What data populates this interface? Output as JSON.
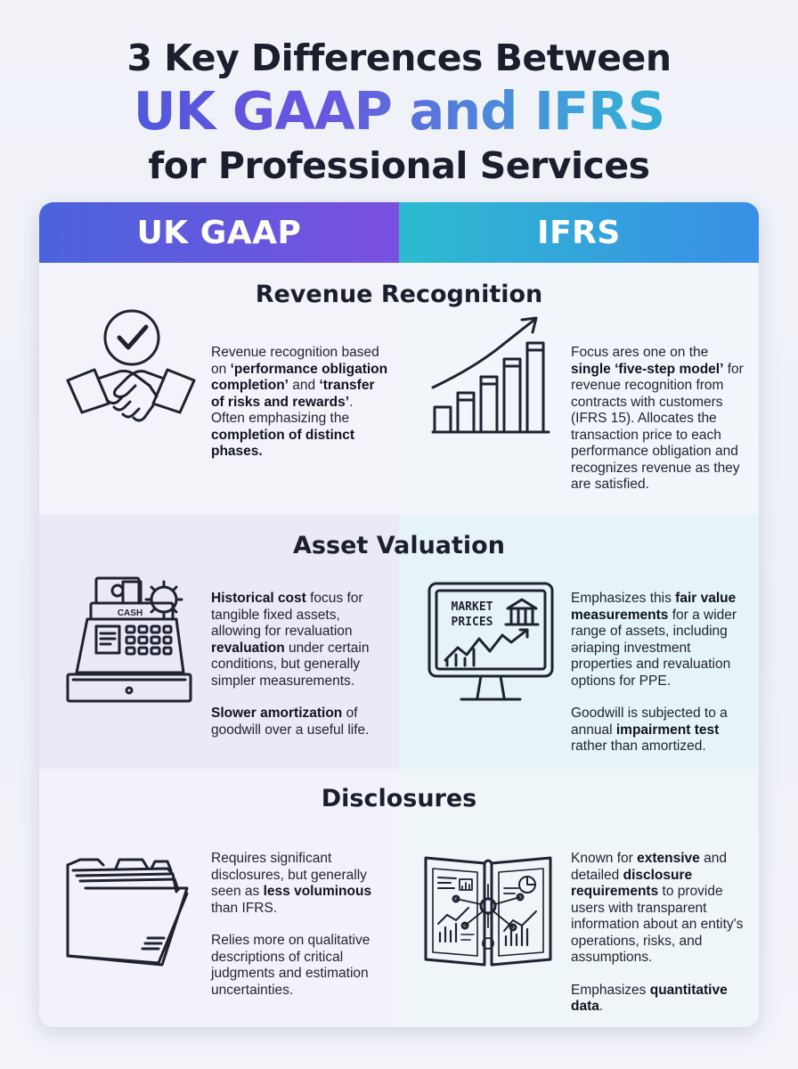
{
  "title": {
    "line1": "3 Key Differences Between",
    "line2": "UK GAAP and IFRS",
    "line3": "for Professional Services"
  },
  "columns": {
    "left": "UK GAAP",
    "right": "IFRS"
  },
  "rows": [
    {
      "title": "Revenue Recognition",
      "left_icon": "handshake-check-icon",
      "right_icon": "growth-bar-chart-icon",
      "left": [
        [
          {
            "t": "Revenue recognition based on "
          },
          {
            "t": "‘performance obligation completion’",
            "b": true
          },
          {
            "t": " and "
          },
          {
            "t": "‘transfer of risks and rewards’",
            "b": true
          },
          {
            "t": ". Often emphasizing the "
          },
          {
            "t": "completion of distinct phases.",
            "b": true
          }
        ]
      ],
      "right": [
        [
          {
            "t": "Focus ares one on the "
          },
          {
            "t": "single ‘five-step model’",
            "b": true
          },
          {
            "t": " for revenue recognition from contracts with customers (IFRS 15). Allocates the transaction price to each performance obligation and recognizes revenue as they are satisfied."
          }
        ]
      ]
    },
    {
      "title": "Asset Valuation",
      "left_icon": "cash-register-icon",
      "right_icon": "market-prices-monitor-icon",
      "left_icon_label": "CASH",
      "right_icon_label_1": "MARKET",
      "right_icon_label_2": "PRICES",
      "left": [
        [
          {
            "t": "Historical cost",
            "b": true
          },
          {
            "t": " focus for tangible fixed assets, allowing for revaluation "
          },
          {
            "t": "revaluation",
            "b": true
          },
          {
            "t": " under certain conditions, but generally simpler measurements."
          }
        ],
        [
          {
            "t": "Slower amortization",
            "b": true
          },
          {
            "t": " of goodwill over a useful life."
          }
        ]
      ],
      "right": [
        [
          {
            "t": "Emphasizes this "
          },
          {
            "t": "fair value measurements",
            "b": true
          },
          {
            "t": " for a wider range of assets, including ǝriaping investment properties and revaluation options for PPE."
          }
        ],
        [
          {
            "t": "Goodwill is subjected to a annual "
          },
          {
            "t": "impairment test",
            "b": true
          },
          {
            "t": " rather than amortized."
          }
        ]
      ]
    },
    {
      "title": "Disclosures",
      "left_icon": "file-folder-icon",
      "right_icon": "data-report-folder-icon",
      "left": [
        [
          {
            "t": "Requires significant disclosures, but generally seen as "
          },
          {
            "t": "less voluminous",
            "b": true
          },
          {
            "t": " than IFRS."
          }
        ],
        [
          {
            "t": "Relies more on qualitative descriptions of critical judgments and estimation uncertainties."
          }
        ]
      ],
      "right": [
        [
          {
            "t": "Known for "
          },
          {
            "t": "extensive",
            "b": true
          },
          {
            "t": " and detailed "
          },
          {
            "t": "disclosure requirements",
            "b": true
          },
          {
            "t": " to provide users with transparent information about an entity's operations, risks, and assumptions."
          }
        ],
        [
          {
            "t": "Emphasizes "
          },
          {
            "t": "quantitative data",
            "b": true
          },
          {
            "t": "."
          }
        ]
      ]
    }
  ]
}
